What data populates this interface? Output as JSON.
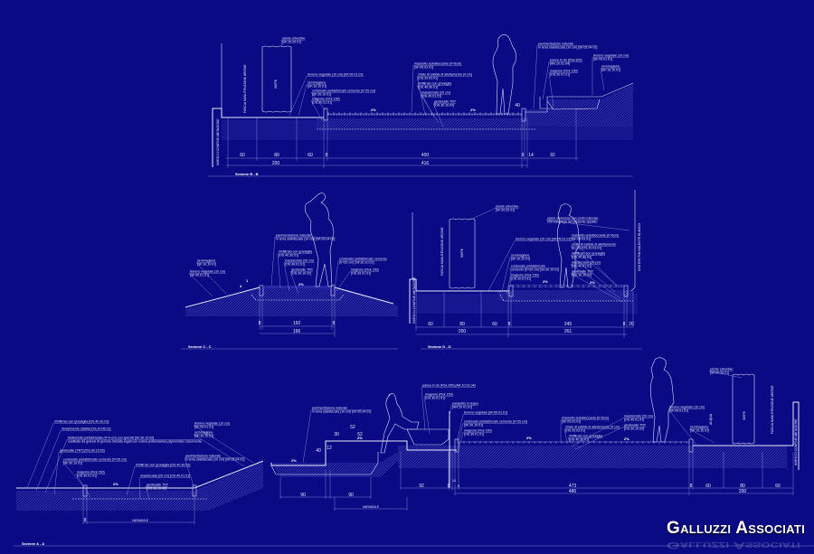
{
  "colors": {
    "background": "#0a0a84",
    "lines": "#d8d8ff",
    "text": "#e6e6ff"
  },
  "logo": "Galluzzi Associati",
  "sections": [
    {
      "title": "Sezione B - B",
      "labels": [
        {
          "t": "piante arbustive",
          "c": "[SF.20.20.01]"
        },
        {
          "t": "terreno vegetale (10 cm) [SF.05.01.01]",
          "c": ""
        },
        {
          "t": "seminagione",
          "c": "[SF.10.10.01]"
        },
        {
          "t": "cordonato prefabbricato cemento (h=25 cm)",
          "c": "[SF.30.10.01]"
        },
        {
          "t": "magrone (Rck 150)",
          "c": "[OS.30.01.01]"
        },
        {
          "t": "massetto autobloccante (h=6cm)",
          "c": "[SF.05.03.01]"
        },
        {
          "t": "strato di sabbia di allettamento (4 cm)",
          "c": "[OS.20.03.01]"
        },
        {
          "t": "riinfiltrato con granaglia",
          "c": "[OS.40.30.01]"
        },
        {
          "t": "massicciata (20 cm)",
          "c": "[OS.40.01.01]"
        },
        {
          "t": "geotessile TNT",
          "c": "[OS.30.10.02]"
        },
        {
          "t": "pavimentazione naturale",
          "c": "in terra stabilizzata (10 cm) [SF.05.04.01]"
        },
        {
          "t": "panca in cls (Rck 300)",
          "c": "[AR.10.01.04]"
        },
        {
          "t": "magrone (Rck 150)",
          "c": "[OS.30.01.01]"
        },
        {
          "t": "terreno vegetale (10 cm)",
          "c": "[SF.05.01.01]"
        },
        {
          "t": "seminagione",
          "c": "[SF.10.10.01]"
        }
      ],
      "vertical": [
        "FASCIA MANUTENZIONE ARGINE",
        "SIEPE",
        "MURO DI CONFINE ABITAZIONE"
      ],
      "slopes": [
        "2%",
        "2%"
      ],
      "dims": [
        "60",
        "80",
        "60",
        "8",
        "400",
        "8",
        "14",
        "92",
        "200",
        "416",
        "40"
      ]
    },
    {
      "title": "Sezione C - C",
      "labels": [
        {
          "t": "terreno vegetale (10 cm)",
          "c": "[SF.05.01.01]"
        },
        {
          "t": "seminagione",
          "c": "[SF.10.10.01]"
        },
        {
          "t": "pavimentazione naturale",
          "c": "in terra stabilizzata (10 cm) [SF.05.04.01]"
        },
        {
          "t": "riinfiltrato con granaglia",
          "c": "[OS.40.30.01]"
        },
        {
          "t": "massicciata (20 cm)",
          "c": "[OS.40.01.01]"
        },
        {
          "t": "geotessile TNT",
          "c": "[OS.30.10.02]"
        },
        {
          "t": "cordonato prefabbricato cemento",
          "c": "(h=25 cm) [SF.30.10.01]"
        },
        {
          "t": "magrone (Rck 150)",
          "c": "[OS.30.01.01]"
        }
      ],
      "vertical": [],
      "slopes": [
        "2%",
        "1",
        "4"
      ],
      "dims": [
        "8",
        "150",
        "8",
        "166"
      ]
    },
    {
      "title": "Sezione D - D",
      "labels": [
        {
          "t": "piante arbustive",
          "c": "[SF.20.20.01]"
        },
        {
          "t": "terreno vegetale (10 cm) [SF.05.01.01]",
          "c": ""
        },
        {
          "t": "seminagione",
          "c": "[SF.10.10.01]"
        },
        {
          "t": "cordonato prefabbricato",
          "c": "cemento (h=25 cm) [SF.30.10.01]"
        },
        {
          "t": "magrone (Rck 150)",
          "c": "[OS.30.01.01]"
        },
        {
          "t": "opere stereosse con centro laterale",
          "c": "con congrega nel presente appalto"
        },
        {
          "t": "massetto autobloccante (h=6cm)",
          "c": "[SF.05.03.01]"
        },
        {
          "t": "strato di sabbia di allettamento",
          "c": "(4 cm) [OS.20.03.01]"
        },
        {
          "t": "riinfiltrato con granaglia",
          "c": "[OS.40.30.01]"
        },
        {
          "t": "massicciata (20 cm)",
          "c": "[OS.40.01.01]"
        },
        {
          "t": "geotessile TNT",
          "c": "[OS.30.10.02]"
        }
      ],
      "vertical": [
        "FASCIA MANUTENZIONE ARGINE",
        "SIEPE",
        "MURO DI CONFINE ABITAZIONE",
        "CENTRO POLIVALENTE BLANCO"
      ],
      "slopes": [
        "2%",
        "2%"
      ],
      "dims": [
        "60",
        "80",
        "60",
        "8",
        "245",
        "8",
        "20",
        "200",
        "261"
      ]
    },
    {
      "title": "Sezione A - A",
      "labels": [
        {
          "t": "riinfiltrato con granaglia [OS.40.30.01]",
          "c": ""
        },
        {
          "t": "riempimento sabbia [OS.20.05.01]",
          "c": ""
        },
        {
          "t": "Mattonella prefabbricata (h=4 cm) con spinotti [SF.30.10.02]",
          "c": "costituita da granuli di gomma riciclata legati con resina poliuretanica pigmentata rosso/verde"
        },
        {
          "t": "geotessile (TNT) [OS.30.10.02]",
          "c": ""
        },
        {
          "t": "cordonato prefabbricato cemento (h=25 cm)",
          "c": "[SF.30.10.01]"
        },
        {
          "t": "riinfiltrato con granaglia [OS.40.30.01]",
          "c": ""
        },
        {
          "t": "magrone (Rck 150)",
          "c": "[OS.30.01.01]"
        },
        {
          "t": "massicciata (20 cm) [OS.40.01.01]",
          "c": ""
        },
        {
          "t": "geotessile TNT",
          "c": "[OS.30.10.02]"
        },
        {
          "t": "terreno vegetale (10 cm)",
          "c": "[SF.05.01.01]"
        },
        {
          "t": "seminagione",
          "c": "[SF.10.10.01]"
        },
        {
          "t": "pavimentazione naturale",
          "c": "in terra stabilizzata (10 cm) [SF.05.04.01]"
        },
        {
          "t": "pavimentazione naturale",
          "c": "in terra stabilizzata (10 cm) [SF.05.04.01]"
        },
        {
          "t": "panca in cls (Rck 300) [AR.10.01.04]",
          "c": ""
        },
        {
          "t": "magrone (Rck 150)",
          "c": "[OS.30.01.01]"
        },
        {
          "t": "parapetto in legno",
          "c": "[AR.20.01.01]"
        },
        {
          "t": "terreno vegetale [SF.05.01.01]",
          "c": ""
        },
        {
          "t": "cordonato prefabbricato cemento (h=25 cm)",
          "c": "[SF.30.10.01]"
        },
        {
          "t": "magrone (Rck 150)",
          "c": "[OS.30.01.01]"
        },
        {
          "t": "massetto autobloccante (h=6cm)",
          "c": "[SF.05.03.01]"
        },
        {
          "t": "strato di sabbia di allettamento (4 cm)",
          "c": "[OS.20.03.01]"
        },
        {
          "t": "riinfiltrato con granaglia",
          "c": "[OS.40.30.01]"
        },
        {
          "t": "massicciata (20 cm)",
          "c": "[OS.40.01.01]"
        },
        {
          "t": "geotessile TNT",
          "c": "[OS.30.10.02]"
        },
        {
          "t": "piante arbustive",
          "c": "[SF.20.20.01]"
        },
        {
          "t": "terreno vegetale (10 cm)",
          "c": "[SF.05.01.01]"
        },
        {
          "t": "seminagione",
          "c": "[SF.10.10.01]"
        }
      ],
      "vertical": [
        "ACQUA",
        "SIEPE",
        "FASCIA MANUTENZIONE ARGINE",
        "MURO DI CONFINE ABITAZIONE"
      ],
      "slopes": [
        "2%",
        "2%",
        "2%",
        "2%",
        "2%"
      ],
      "dims": [
        "8",
        "VARIABILE",
        "90",
        "90",
        "VARIABILE",
        "92",
        "30",
        "52",
        "40",
        "12",
        "52",
        "8",
        "14",
        "8",
        "473",
        "486",
        "8",
        "60",
        "80",
        "60",
        "200"
      ]
    }
  ]
}
